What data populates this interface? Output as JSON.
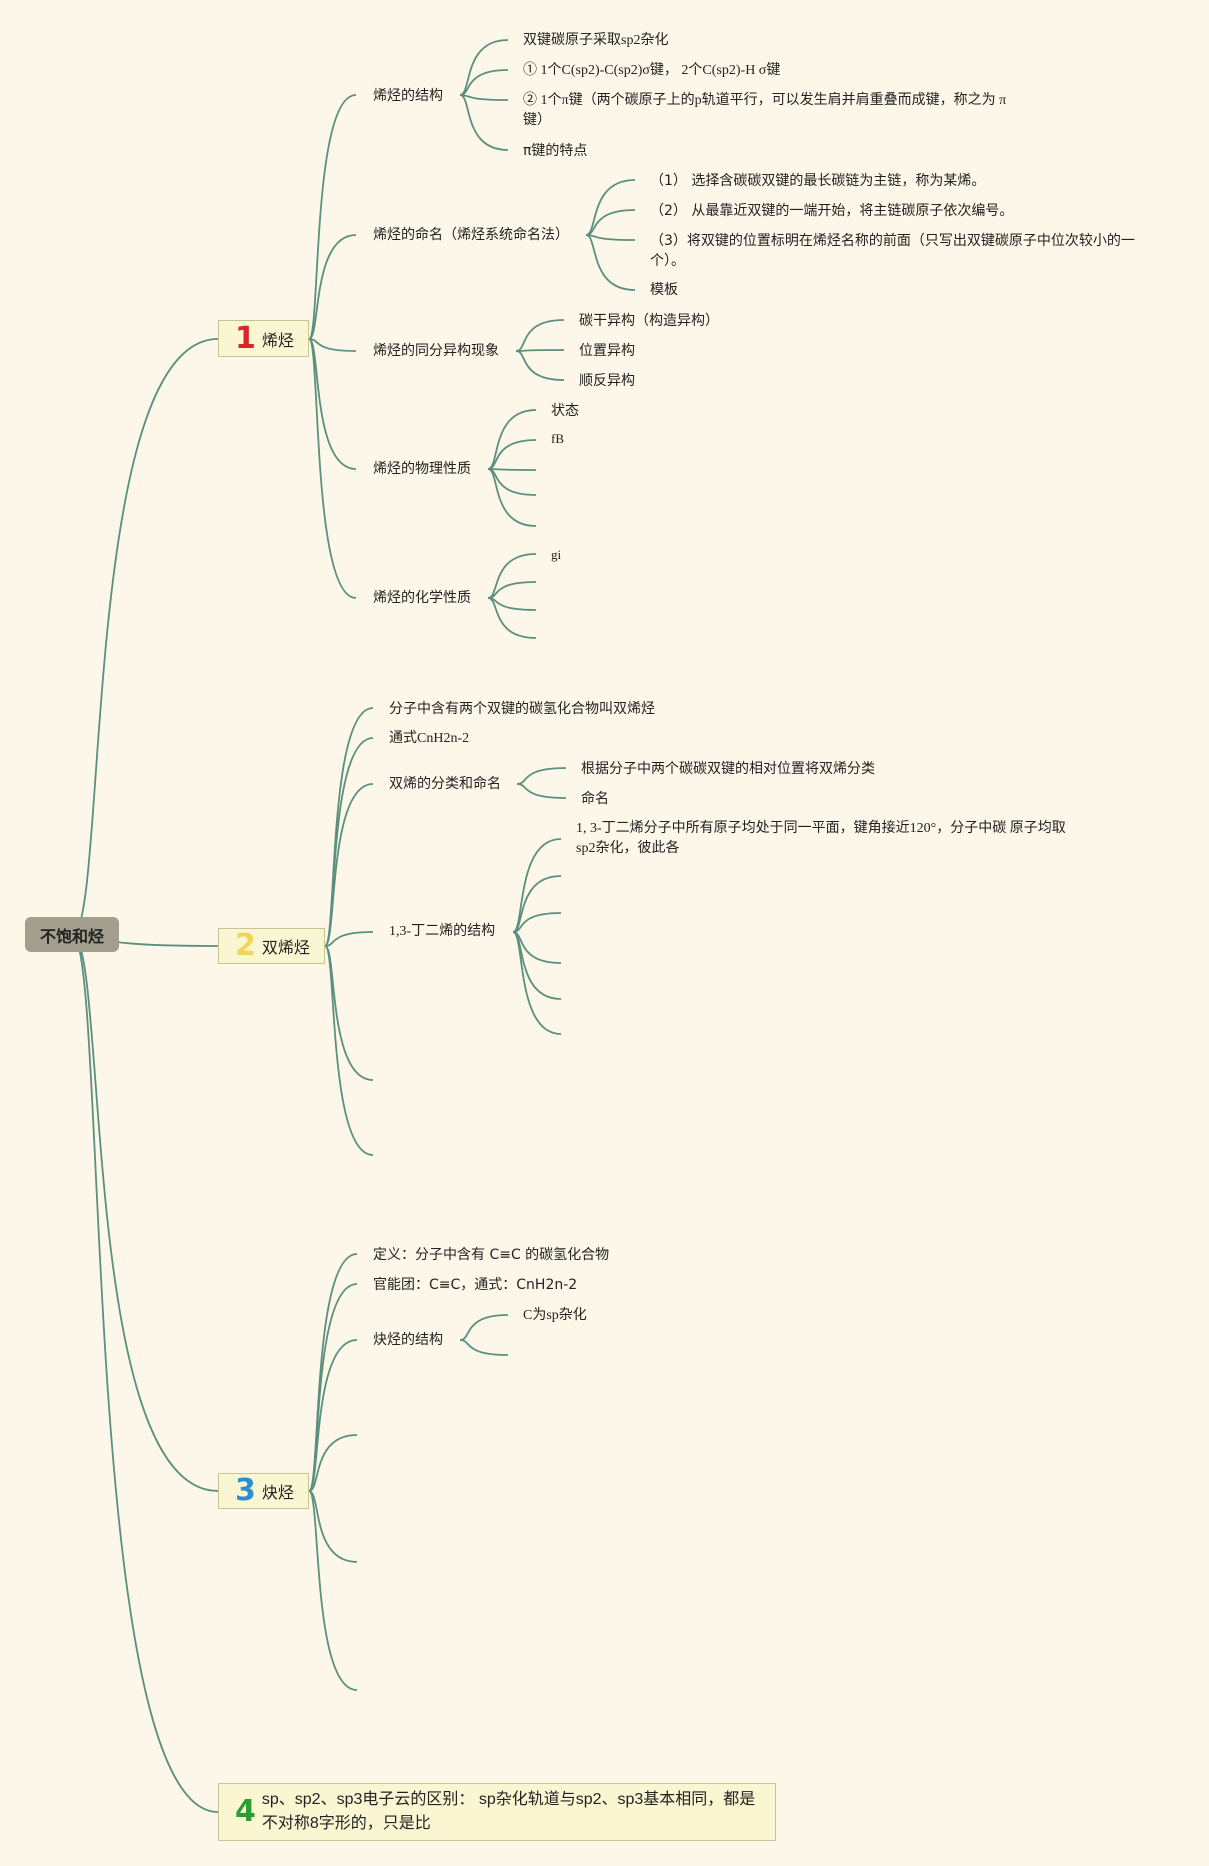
{
  "root": {
    "label": "不饱和烃"
  },
  "categories": [
    {
      "number": "1",
      "label": "烯烃",
      "color": "#d6252d"
    },
    {
      "number": "2",
      "label": "双烯烃",
      "color": "#f2d35b"
    },
    {
      "number": "3",
      "label": "炔烃",
      "color": "#2a8fd1"
    },
    {
      "number": "4",
      "label": "sp、sp2、sp3电子云的区别： sp杂化轨道与sp2、sp3基本相同，都是不对称8字形的，只是比",
      "color": "#2b9d33"
    }
  ],
  "alkene": {
    "structure": {
      "label": "烯烃的结构",
      "items": [
        "双键碳原子采取sp2杂化",
        "① 1个C(sp2)-C(sp2)σ键， 2个C(sp2)-H σ键",
        "② 1个π键（两个碳原子上的p轨道平行，可以发生肩并肩重叠而成键，称之为 π 键）",
        "π键的特点"
      ]
    },
    "naming": {
      "label": "烯烃的命名（烯烃系统命名法）",
      "items": [
        "（1） 选择含碳碳双键的最长碳链为主链，称为某烯。",
        "（2） 从最靠近双键的一端开始，将主链碳原子依次编号。",
        "（3）将双键的位置标明在烯烃名称的前面（只写出双键碳原子中位次较小的一个）。",
        "模板"
      ]
    },
    "isomerism": {
      "label": "烯烃的同分异构现象",
      "items": [
        "碳干异构（构造异构）",
        "位置异构",
        "顺反异构"
      ]
    },
    "physical": {
      "label": "烯烃的物理性质",
      "items": [
        "状态",
        "fB"
      ]
    },
    "chemical": {
      "label": "烯烃的化学性质",
      "items": [
        "gi"
      ]
    }
  },
  "diene": {
    "definition": "分子中含有两个双键的碳氢化合物叫双烯烃",
    "formula": "通式CnH2n-2",
    "classification": {
      "label": "双烯的分类和命名",
      "items": [
        "根据分子中两个碳碳双键的相对位置将双烯分类",
        "命名"
      ]
    },
    "butadiene": {
      "label": "1,3-丁二烯的结构",
      "items": [
        "1, 3-丁二烯分子中所有原子均处于同一平面，键角接近120°，分子中碳 原子均取sp2杂化，彼此各"
      ]
    }
  },
  "alkyne": {
    "definition": "定义：分子中含有 C≡C 的碳氢化合物",
    "functional_group": "官能团：C≡C，通式：CnH2n-2",
    "structure": {
      "label": "炔烃的结构",
      "items": [
        "C为sp杂化"
      ]
    }
  },
  "colors": {
    "link": "#5b8f7f",
    "background": "#fcf7e8",
    "root_fill": "#a39e8e",
    "node_fill": "#fbf6d2"
  }
}
